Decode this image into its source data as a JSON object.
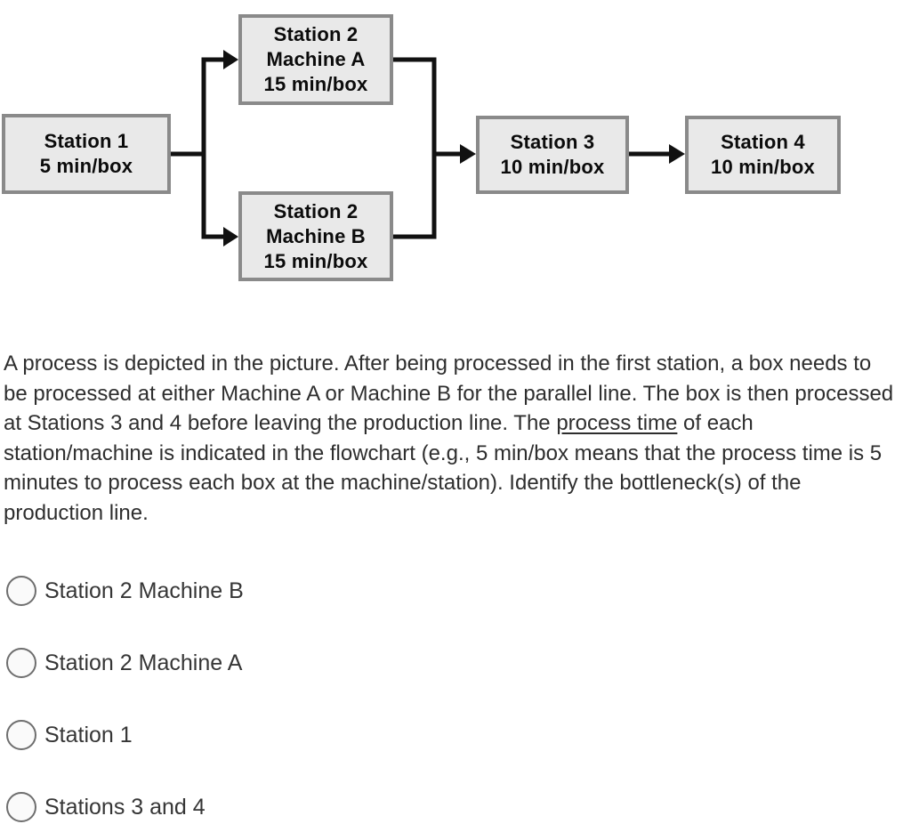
{
  "flowchart": {
    "nodes": [
      {
        "id": "station1",
        "lines": [
          "Station 1",
          "5 min/box"
        ]
      },
      {
        "id": "station2-machine-a",
        "lines": [
          "Station 2",
          "Machine A",
          "15 min/box"
        ]
      },
      {
        "id": "station2-machine-b",
        "lines": [
          "Station 2",
          "Machine B",
          "15 min/box"
        ]
      },
      {
        "id": "station3",
        "lines": [
          "Station 3",
          "10 min/box"
        ]
      },
      {
        "id": "station4",
        "lines": [
          "Station 4",
          "10 min/box"
        ]
      }
    ],
    "colors": {
      "box_fill": "#e9e9e9",
      "box_border": "#8a8a8a",
      "connector": "#111111"
    }
  },
  "question": {
    "text_before": "A process is depicted in the picture. After being processed in the first station, a box needs to be processed at either Machine A or Machine B for the parallel line. The box is then processed at Stations 3 and 4 before leaving the production line. The ",
    "underlined": "process time",
    "text_after": " of each station/machine is indicated in the flowchart (e.g., 5 min/box means that the process time is 5 minutes to process each box at the machine/station). Identify the bottleneck(s) of the production line."
  },
  "options": [
    {
      "label": "Station 2 Machine B"
    },
    {
      "label": "Station 2 Machine A"
    },
    {
      "label": "Station 1"
    },
    {
      "label": "Stations 3 and 4"
    }
  ]
}
